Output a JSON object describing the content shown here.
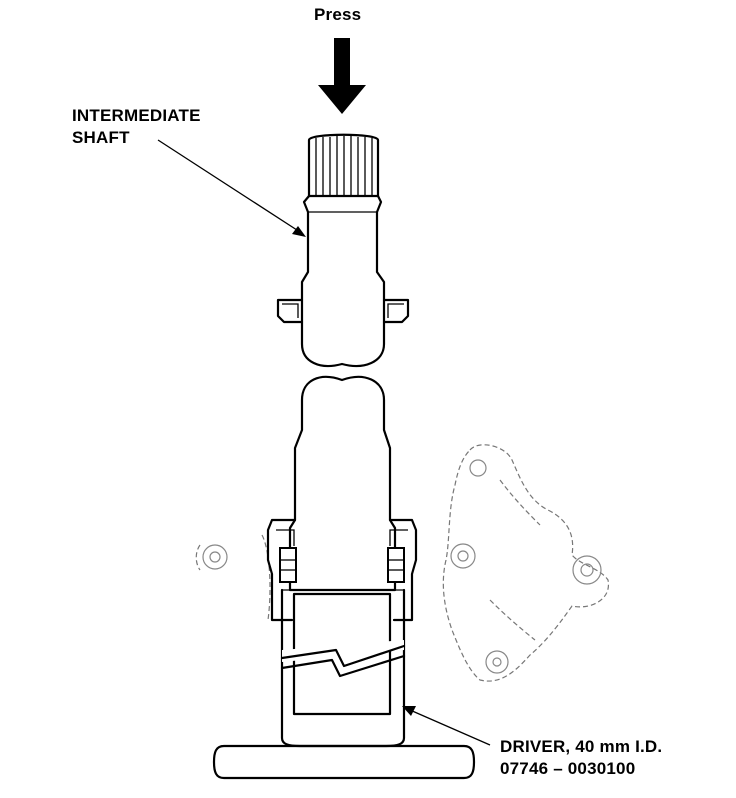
{
  "labels": {
    "press": "Press",
    "shaft_line1": "INTERMEDIATE",
    "shaft_line2": "SHAFT",
    "driver_line1": "DRIVER, 40 mm I.D.",
    "driver_line2": "07746 – 0030100"
  },
  "icons": {
    "press_arrow": "press-arrow-icon",
    "break_symbol": "break-symbol-icon"
  }
}
